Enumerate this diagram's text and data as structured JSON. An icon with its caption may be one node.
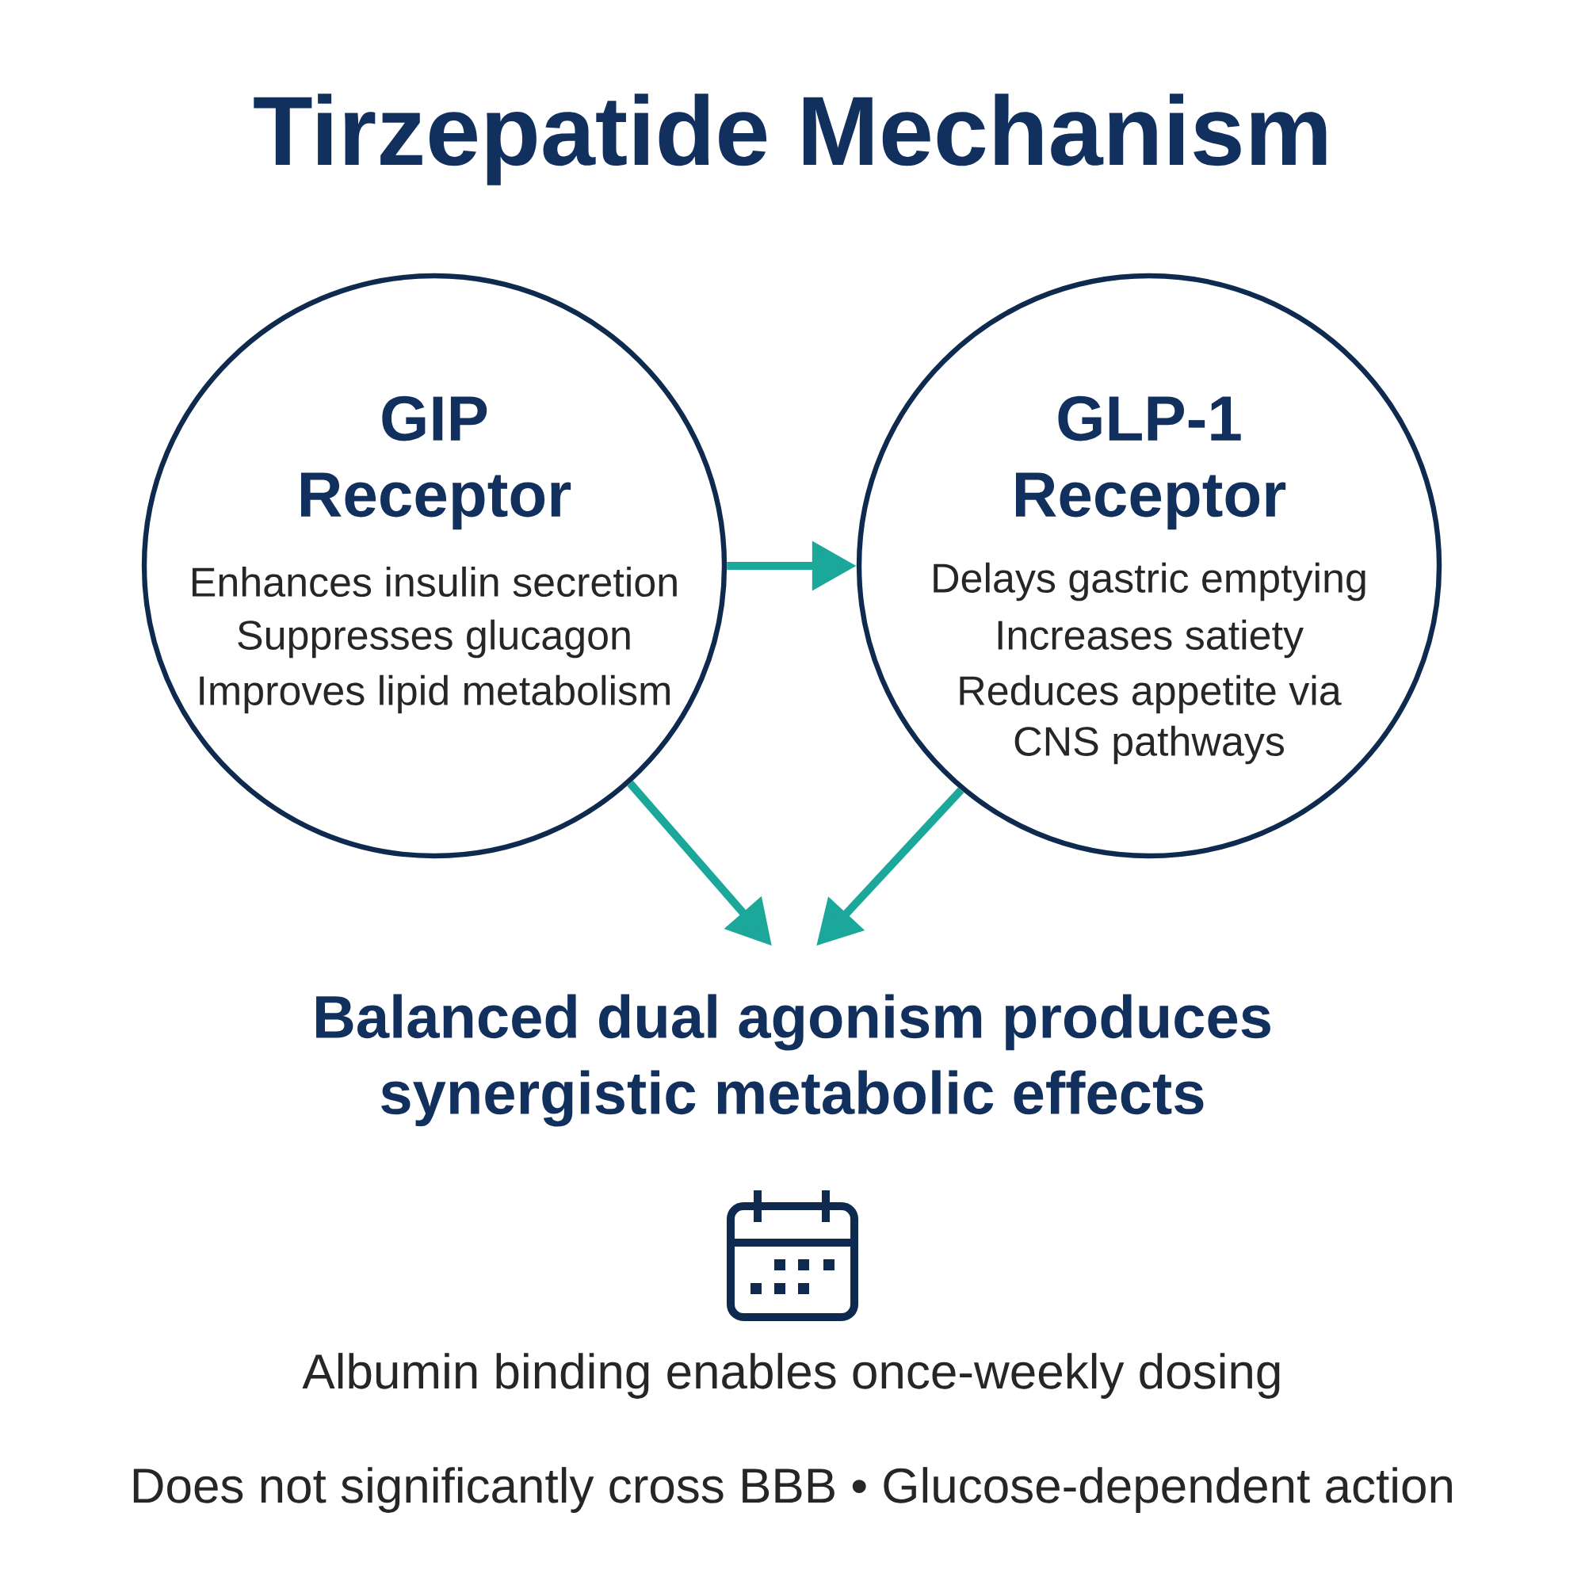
{
  "diagram": {
    "title": "Tirzepatide Mechanism",
    "nodes": [
      {
        "text": [
          "GIP Receptor",
          "Enhances insulin secretion",
          "Suppresses glucagon",
          "Improves lipid metabolism"
        ]
      },
      {
        "text": [
          "GLP-1 Receptor",
          "Delays gastric emptying",
          "Increases satiety",
          "Reduces appetite via CNS pathways"
        ]
      },
      {
        "text": [
          "Balanced dual agonism produces synergistic metabolic effects"
        ]
      }
    ],
    "edges": [
      {
        "from": 0,
        "to": 1,
        "arrow": "to"
      },
      {
        "from": 0,
        "to": 2,
        "arrow": "to"
      },
      {
        "from": 1,
        "to": 2,
        "arrow": "to"
      }
    ],
    "labels": [
      "Albumin binding enables once-weekly dosing",
      "Does not significantly cross BBB • Glucose-dependent action"
    ]
  }
}
